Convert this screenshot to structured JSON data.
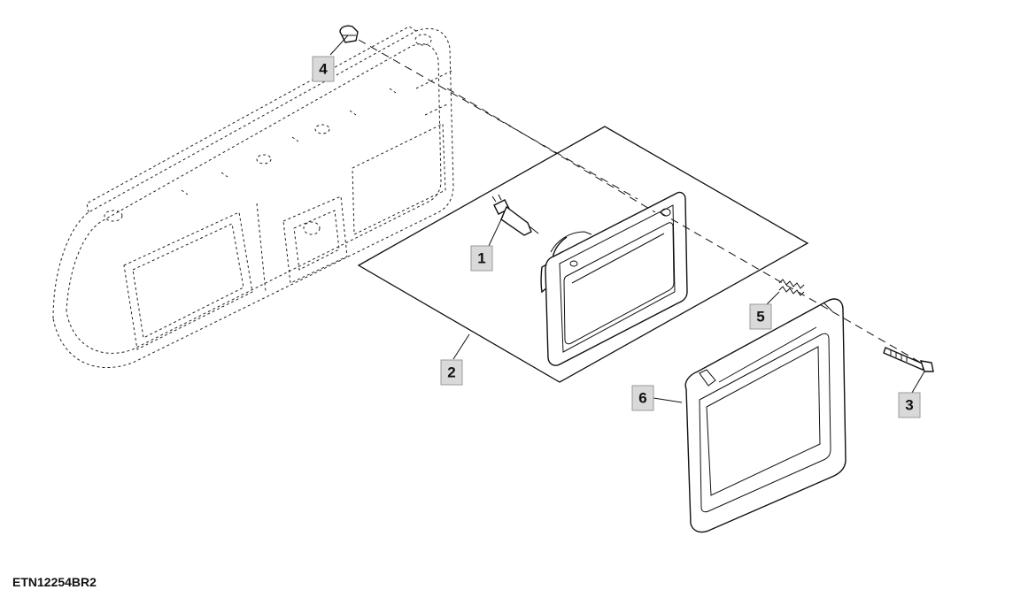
{
  "diagram": {
    "callouts": [
      {
        "id": "callout-1",
        "label": "1"
      },
      {
        "id": "callout-2",
        "label": "2"
      },
      {
        "id": "callout-3",
        "label": "3"
      },
      {
        "id": "callout-4",
        "label": "4"
      },
      {
        "id": "callout-5",
        "label": "5"
      },
      {
        "id": "callout-6",
        "label": "6"
      }
    ]
  },
  "figure_id": "ETN12254BR2"
}
